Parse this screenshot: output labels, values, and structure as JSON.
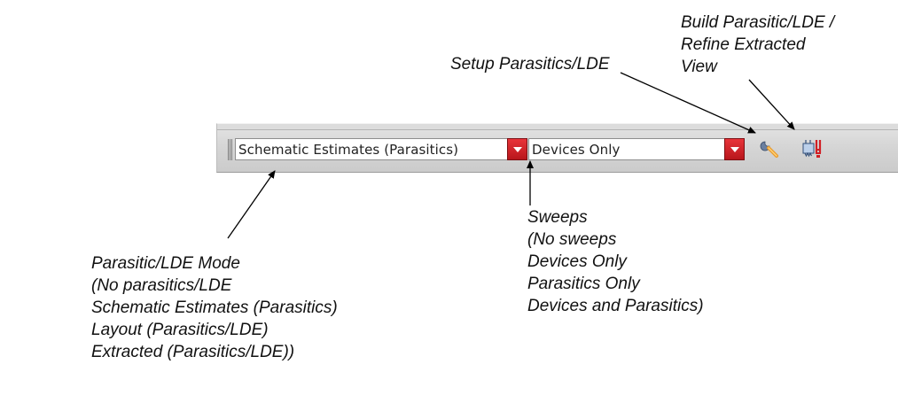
{
  "toolbar": {
    "parasitic_mode_value": "Schematic Estimates (Parasitics)",
    "sweeps_value": "Devices Only",
    "setup_icon": "wrench-icon",
    "build_icon": "build-extracted-view-icon",
    "accent_color": "#d11f25"
  },
  "annotations": {
    "build": [
      "Build Parasitic/LDE /",
      "Refine Extracted",
      "View"
    ],
    "setup": "Setup Parasitics/LDE",
    "mode": [
      "Parasitic/LDE Mode",
      "(No parasitics/LDE",
      "Schematic Estimates (Parasitics)",
      "Layout (Parasitics/LDE)",
      "Extracted (Parasitics/LDE))"
    ],
    "sweeps": [
      "Sweeps",
      "(No sweeps",
      "Devices Only",
      "Parasitics Only",
      "Devices and Parasitics)"
    ]
  }
}
